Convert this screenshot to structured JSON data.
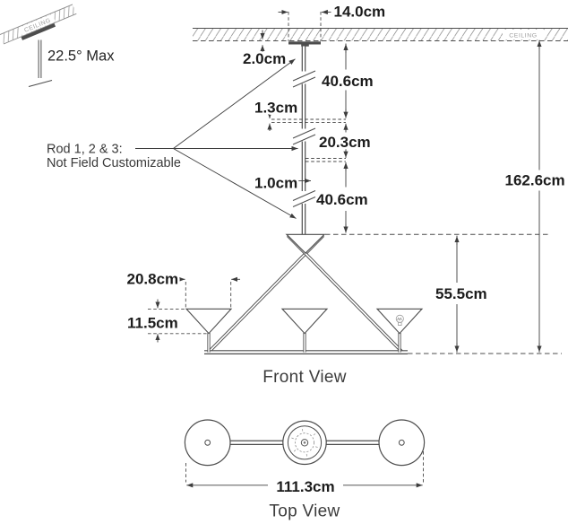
{
  "sloped_ceiling_note": {
    "ceiling_label": "CEILING",
    "max_angle_label": "22.5° Max"
  },
  "ceiling": {
    "label": "CEILING"
  },
  "front_view": {
    "title": "Front View",
    "dims": {
      "canopy_width": "14.0cm",
      "canopy_height": "2.0cm",
      "rod1_length": "40.6cm",
      "coupling1": "1.3cm",
      "rod2_length": "20.3cm",
      "coupling2": "1.0cm",
      "rod3_length": "40.6cm",
      "overall_height": "162.6cm",
      "body_height": "55.5cm",
      "shade_diameter": "20.8cm",
      "shade_height": "11.5cm"
    },
    "note": {
      "line1": "Rod 1, 2 & 3:",
      "line2": "Not Field Customizable"
    }
  },
  "top_view": {
    "title": "Top View",
    "dims": {
      "overall_width": "111.3cm"
    }
  },
  "colors": {
    "line": "#4d4d4d",
    "dim_line": "#3d3d3d",
    "text": "#1c1c1c",
    "muted": "#9a9a9a"
  }
}
